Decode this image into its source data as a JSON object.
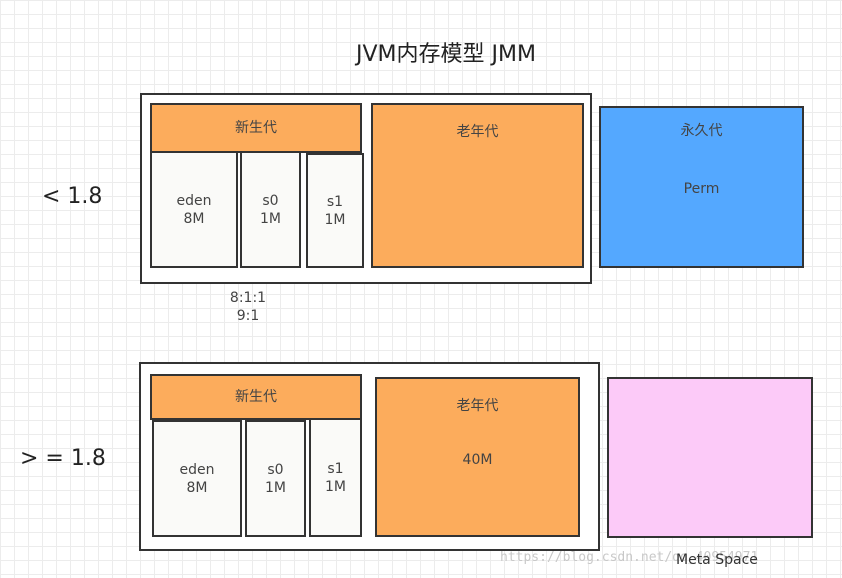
{
  "title": "JVM内存模型 JMM",
  "before": {
    "version": "< 1.8",
    "young": "新生代",
    "eden": {
      "name": "eden",
      "size": "8M"
    },
    "s0": {
      "name": "s0",
      "size": "1M"
    },
    "s1": {
      "name": "s1",
      "size": "1M"
    },
    "old": "老年代",
    "perm": {
      "name": "永久代",
      "label": "Perm"
    },
    "ratios": [
      "8:1:1",
      "9:1"
    ]
  },
  "after": {
    "version": "> = 1.8",
    "young": "新生代",
    "eden": {
      "name": "eden",
      "size": "8M"
    },
    "s0": {
      "name": "s0",
      "size": "1M"
    },
    "s1": {
      "name": "s1",
      "size": "1M"
    },
    "old": {
      "name": "老年代",
      "size": "40M"
    },
    "meta": "Meta Space"
  },
  "watermark": "https://blog.csdn.net/qq_40954971",
  "colors": {
    "young_old": "#fcac5c",
    "perm": "#54a8ff",
    "meta_space": "#fccaf8",
    "survivor": "#fafaf8"
  }
}
